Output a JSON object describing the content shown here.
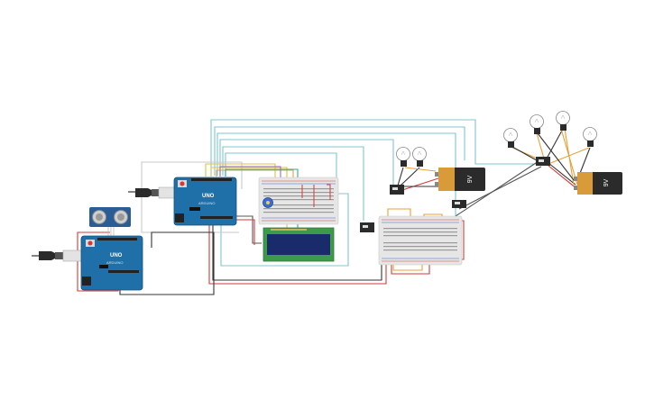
{
  "circuit": {
    "arduino_main": {
      "logo": "UNO",
      "brand": "ARDUINO"
    },
    "arduino_sensor": {
      "logo": "UNO",
      "brand": "ARDUINO"
    },
    "battery_left": {
      "label": "9V"
    },
    "battery_right": {
      "label": "9V"
    }
  },
  "colors": {
    "arduino_blue": "#1f6fa8",
    "wire_cyan": "#7fc7cf",
    "wire_orange": "#e8a03a",
    "wire_yellow": "#e0c43a",
    "wire_red": "#d63a3a",
    "wire_black": "#333333",
    "lcd_green": "#3c9a4a",
    "battery_orange": "#d99a3a"
  },
  "icons": {
    "usb_plug": "usb-plug-icon",
    "bulb": "lightbulb-icon",
    "relay": "relay-icon",
    "potentiometer": "potentiometer-icon",
    "ultrasonic": "ultrasonic-sensor-icon"
  }
}
